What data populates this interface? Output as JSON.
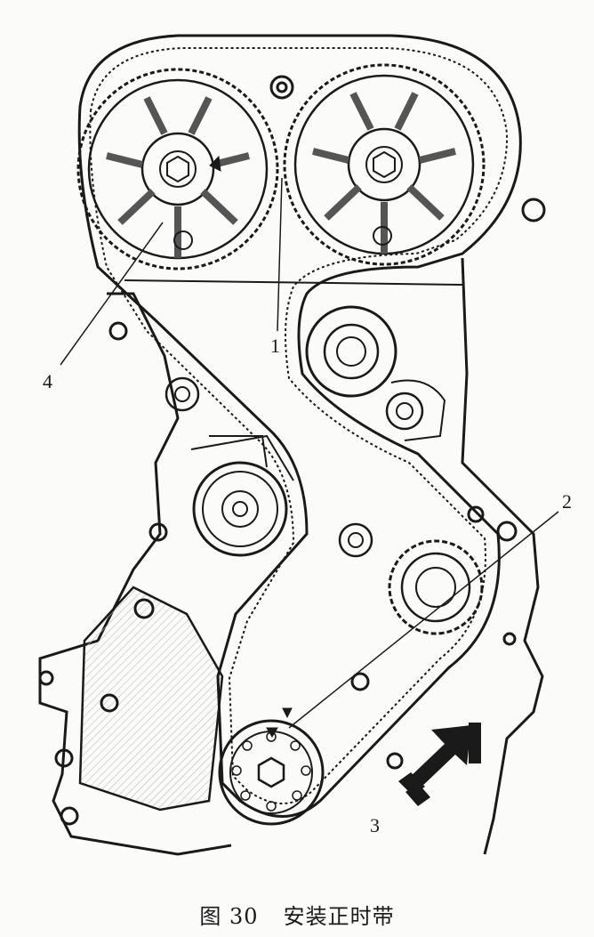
{
  "callouts": {
    "c1": "1",
    "c2": "2",
    "c3": "3",
    "c4": "4"
  },
  "caption": {
    "number": "图 30",
    "title": "安装正时带"
  },
  "colors": {
    "ink": "#1a1a1a",
    "paper": "#fbfbfa",
    "shade": "#d9d9d6"
  }
}
